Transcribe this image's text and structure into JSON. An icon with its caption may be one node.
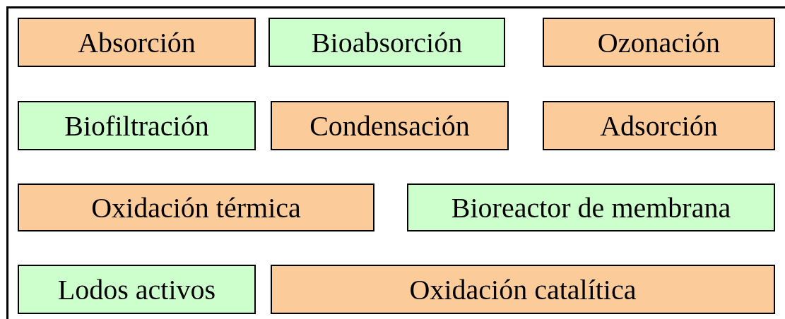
{
  "diagram": {
    "nodes": [
      {
        "text": [
          "Absorción"
        ]
      },
      {
        "text": [
          "Bioabsorción"
        ]
      },
      {
        "text": [
          "Ozonación"
        ]
      },
      {
        "text": [
          "Biofiltración"
        ]
      },
      {
        "text": [
          "Condensación"
        ]
      },
      {
        "text": [
          "Adsorción"
        ]
      },
      {
        "text": [
          "Oxidación térmica"
        ]
      },
      {
        "text": [
          "Bioreactor de membrana"
        ]
      },
      {
        "text": [
          "Lodos activos"
        ]
      },
      {
        "text": [
          "Oxidación catalítica"
        ]
      }
    ],
    "edges": []
  }
}
